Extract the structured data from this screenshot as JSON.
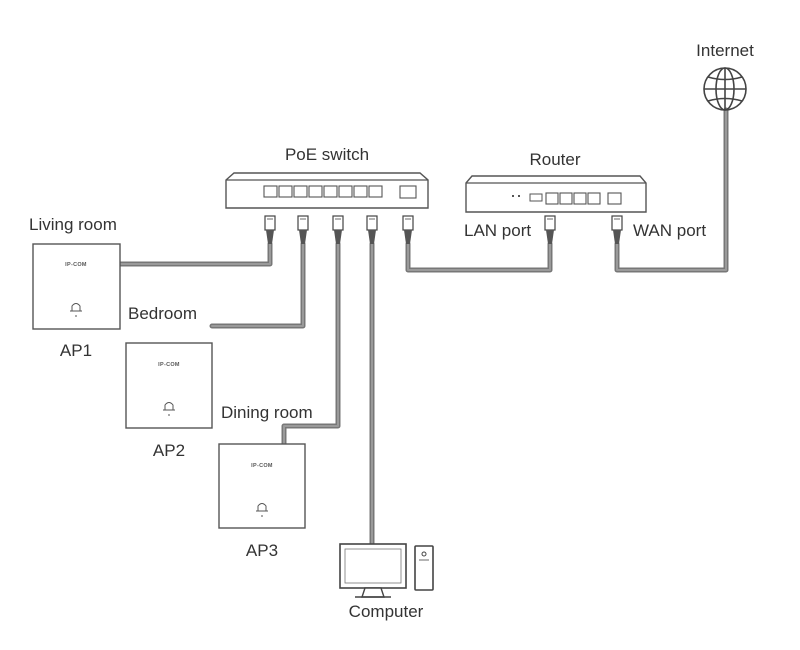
{
  "nodes": {
    "internet": "Internet",
    "router": "Router",
    "poe_switch": "PoE switch",
    "lan_port": "LAN port",
    "wan_port": "WAN port",
    "living_room": "Living room",
    "bedroom": "Bedroom",
    "dining_room": "Dining room",
    "ap1": "AP1",
    "ap2": "AP2",
    "ap3": "AP3",
    "computer": "Computer"
  },
  "ap_brand": "IP-COM",
  "colors": {
    "line": "#555555",
    "cable": "#777777",
    "text": "#333333"
  }
}
